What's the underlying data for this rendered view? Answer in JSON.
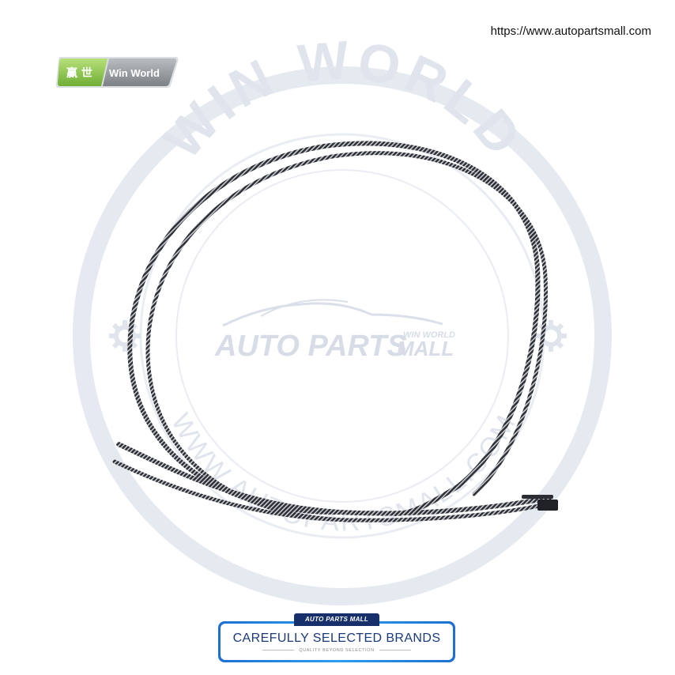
{
  "website_url": "https://www.autopartsmall.com",
  "badge": {
    "chinese_text": "赢 世",
    "brand_text": "Win World"
  },
  "watermark": {
    "arc_top": "WIN WORLD",
    "arc_bottom": "WWW.AUTOPARTSMALL.COM",
    "center_logo_main": "AUTO PARTS",
    "center_logo_small_top": "WIN WORLD",
    "center_logo_small_bottom": "MALL"
  },
  "banner": {
    "tab_label": "AUTO PARTS MALL",
    "title": "CAREFULLY SELECTED BRANDS",
    "subtitle": "QUALITY BEYOND SELECTION"
  },
  "colors": {
    "watermark": "#dfe4ee",
    "badge_green": "#8cc84b",
    "badge_grey": "#8a8f94",
    "banner_blue": "#1b3a7a",
    "cable": "#2b2d33"
  }
}
